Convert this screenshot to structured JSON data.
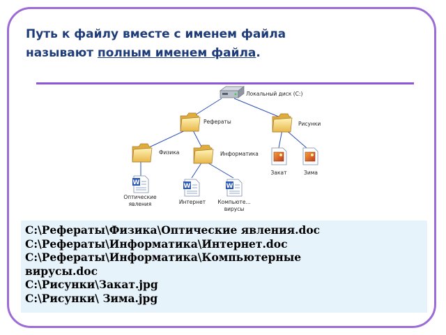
{
  "heading": {
    "line1": "Путь к файлу вместе с именем файла",
    "line2_prefix": "называют ",
    "line2_term": "полным именем файла",
    "line2_suffix": "."
  },
  "tree": {
    "root": "Локальный диск (C:)",
    "folders": {
      "referaty": "Рефераты",
      "risunki": "Рисунки",
      "fizika": "Физика",
      "informatika": "Информатика"
    },
    "files": {
      "opticheskie_line1": "Оптические",
      "opticheskie_line2": "явления",
      "internet": "Интернет",
      "komp_line1": "Компьюте...",
      "komp_line2": "вирусы",
      "zakat": "Закат",
      "zima": "Зима"
    }
  },
  "paths": [
    "C:\\Рефераты\\Физика\\Оптические явления.doc",
    "C:\\Рефераты\\Информатика\\Интернет.doc",
    "C:\\Рефераты\\Информатика\\Компьютерные",
    "вирусы.doc",
    "C:\\Рисунки\\Закат.jpg",
    "C:\\Рисунки\\ Зима.jpg"
  ],
  "colors": {
    "border": "#9b6bd6",
    "rule": "#8e55d8",
    "heading": "#1f3c7a",
    "lines": "#2a4fb5",
    "paths_bg": "#e7f3fb"
  }
}
